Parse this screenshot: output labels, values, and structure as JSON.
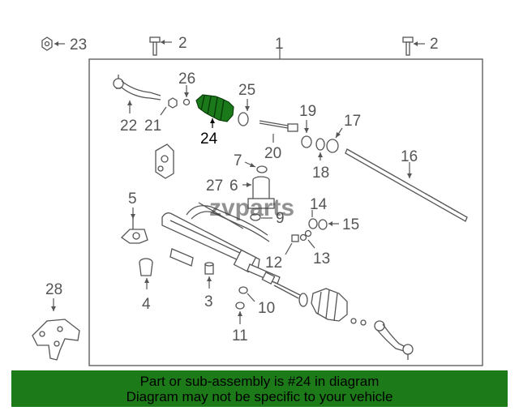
{
  "watermark": "zvparts",
  "highlight_color": "#1a7a1a",
  "banner": {
    "line1": "Part or sub-assembly is #24 in diagram",
    "line2": "Diagram may not be specific to your vehicle",
    "background": "#1c7a18"
  },
  "callouts": {
    "c1": "1",
    "c2a": "2",
    "c2b": "2",
    "c3": "3",
    "c4": "4",
    "c5": "5",
    "c6": "6",
    "c7": "7",
    "c9": "9",
    "c10": "10",
    "c11": "11",
    "c12": "12",
    "c13": "13",
    "c14": "14",
    "c15": "15",
    "c16": "16",
    "c17": "17",
    "c18": "18",
    "c19": "19",
    "c20": "20",
    "c21": "21",
    "c22": "22",
    "c23": "23",
    "c24": "24",
    "c25": "25",
    "c26": "26",
    "c27": "27",
    "c28": "28"
  }
}
